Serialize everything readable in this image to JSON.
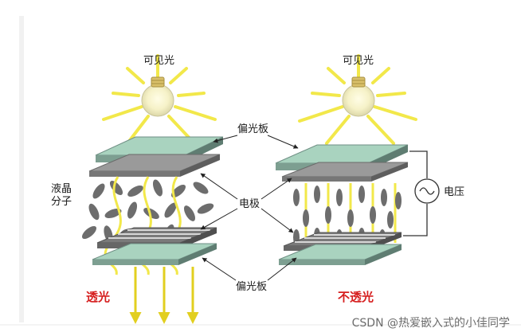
{
  "labels": {
    "visible_light_left": "可见光",
    "visible_light_right": "可见光",
    "polarizer_top": "偏光板",
    "polarizer_bottom": "偏光板",
    "electrode": "电极",
    "liquid_crystal_line1": "液晶",
    "liquid_crystal_line2": "分子",
    "voltage": "电压",
    "transmits_light": "透光",
    "no_light": "不透光"
  },
  "watermark": "CSDN @热爱嵌入式的小佳同学",
  "colors": {
    "light_ray": "#f2e84a",
    "light_ray_dark": "#e2cf1f",
    "plate_top": "#a9d3bf",
    "plate_side": "#6f8f84",
    "electrode_plate": "#7a7a7a",
    "electrode_stripe": "#d7d7d7",
    "molecule": "#6d6d6d",
    "label_red": "#d61f1f",
    "background": "#ffffff"
  },
  "icons": {
    "bulb": "light-bulb-icon",
    "ac_source": "ac-voltage-source-icon"
  }
}
